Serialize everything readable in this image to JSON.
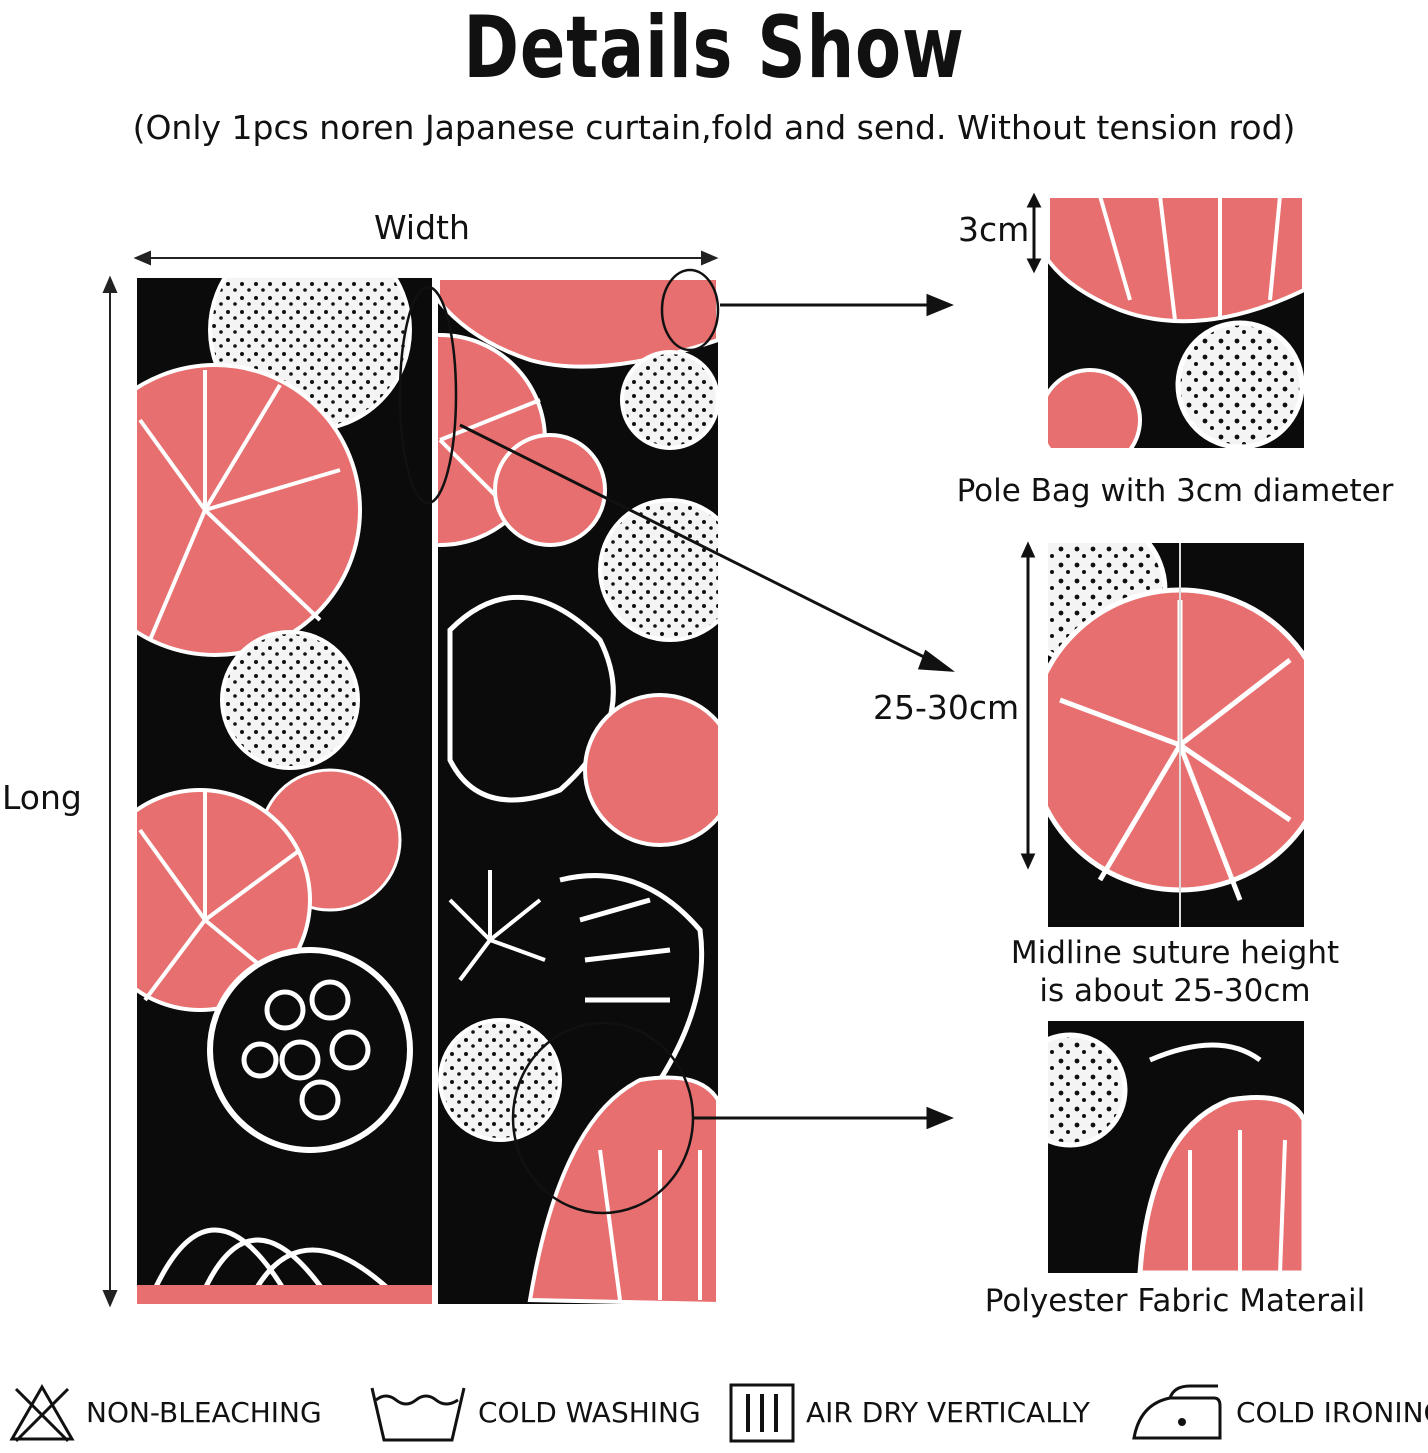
{
  "header": {
    "title": "Details Show",
    "subtitle": "(Only 1pcs noren Japanese curtain,fold and send. Without tension rod)"
  },
  "dimensions": {
    "width_label": "Width",
    "long_label": "Long"
  },
  "details": [
    {
      "measure": "3cm",
      "caption": "Pole Bag with 3cm diameter"
    },
    {
      "measure": "25-30cm",
      "caption_line1": "Midline suture height",
      "caption_line2": "is about 25-30cm"
    },
    {
      "caption": "Polyester Fabric Materail"
    }
  ],
  "care": [
    {
      "icon": "no-bleach-icon",
      "label": "NON-BLEACHING"
    },
    {
      "icon": "cold-wash-icon",
      "label": "COLD WASHING"
    },
    {
      "icon": "air-dry-vertically-icon",
      "label": "AIR DRY VERTICALLY"
    },
    {
      "icon": "cold-iron-icon",
      "label": "COLD IRONING"
    }
  ],
  "colors": {
    "coral": "#e86f6f",
    "black": "#0b0b0b",
    "white": "#ffffff"
  }
}
